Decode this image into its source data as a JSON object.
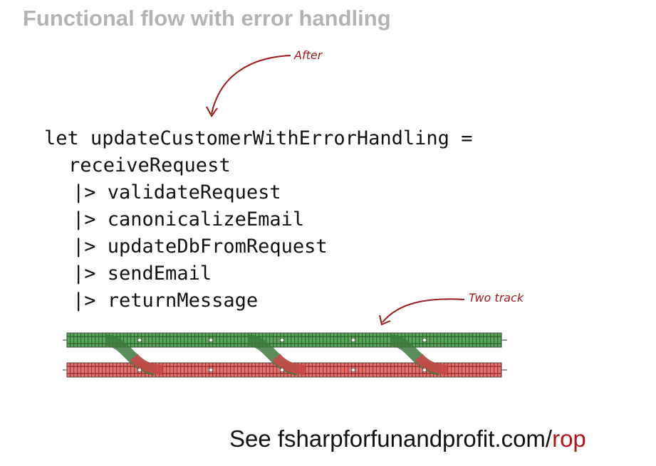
{
  "slide": {
    "title": "Functional flow with error handling"
  },
  "annotations": {
    "after": "After",
    "two_track": "Two track"
  },
  "code": {
    "line1": "let updateCustomerWithErrorHandling =",
    "line2": "receiveRequest",
    "pipe_symbol": "|>",
    "steps": [
      "validateRequest",
      "canonicalizeEmail",
      "updateDbFromRequest",
      "sendEmail",
      "returnMessage"
    ]
  },
  "footer": {
    "prefix": "See fsharpforfunandprofit.com/",
    "highlight": "rop"
  },
  "colors": {
    "title_gray": "#b3b3b3",
    "annotation_red": "#9c1a1a",
    "success_track": "#4f9a4f",
    "failure_track": "#e06a6a",
    "link_red": "#b3131f"
  }
}
